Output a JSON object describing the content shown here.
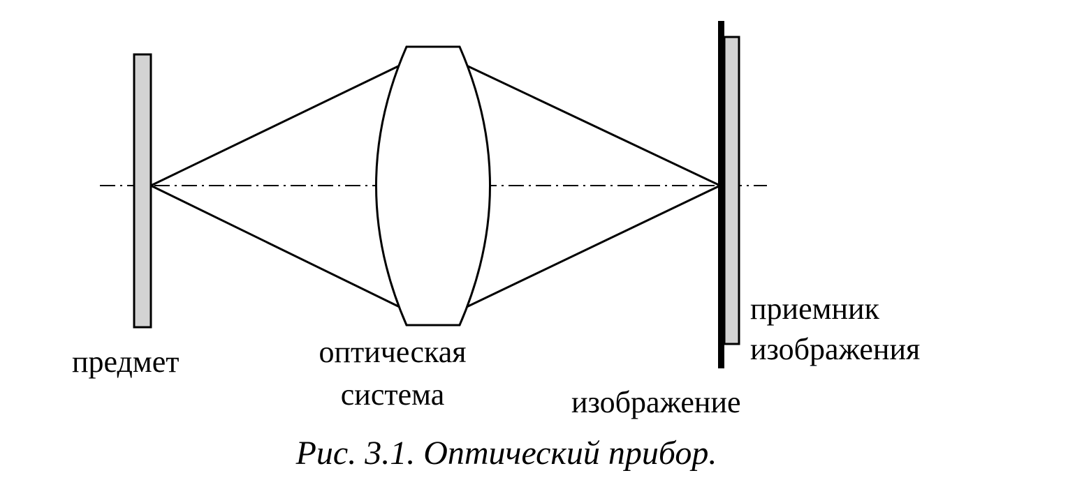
{
  "labels": {
    "object": "предмет",
    "optical_system_line1": "оптическая",
    "optical_system_line2": "система",
    "image": "изображение",
    "receiver_line1": "приемник",
    "receiver_line2": "изображения"
  },
  "caption": "Рис. 3.1. Оптический прибор.",
  "colors": {
    "line": "#000000",
    "plate_fill": "#d3d3d3",
    "background": "#ffffff"
  }
}
